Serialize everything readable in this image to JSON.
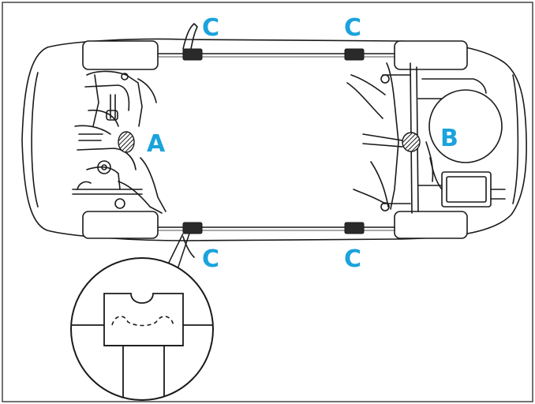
{
  "diagram": {
    "accent_color": "#1aa3dc",
    "line_color": "#1a1a1a",
    "labels": {
      "front_mount": "A",
      "rear_mount": "B",
      "side_mount": "C"
    },
    "detail_view": "magnified-mount-detail"
  }
}
